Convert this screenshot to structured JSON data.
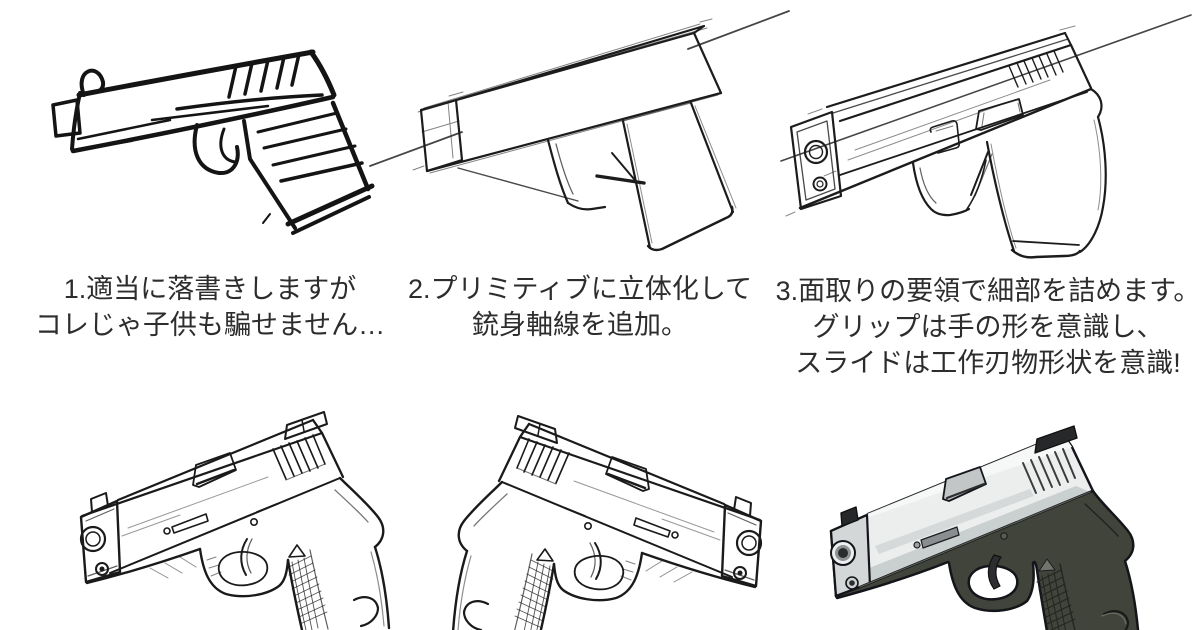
{
  "title": "handgun-drawing-tutorial",
  "steps": [
    {
      "id": "1",
      "figure": "rough-doodle-pistol-sketch",
      "caption_lines": [
        "1.適当に落書きしますが",
        "コレじゃ子供も騙せません…"
      ]
    },
    {
      "id": "2",
      "figure": "primitive-box-pistol-with-barrel-axis",
      "caption_lines": [
        "2.プリミティブに立体化して",
        "銃身軸線を追加。"
      ]
    },
    {
      "id": "3",
      "figure": "chamfered-detail-pistol-sketch",
      "caption_lines": [
        "3.面取りの要領で細部を詰めます。",
        "グリップは手の形を意識し、",
        "スライドは工作刃物形状を意識!"
      ]
    }
  ],
  "bottom_row_figures": [
    {
      "figure": "detailed-lineart-pistol-facing-left"
    },
    {
      "figure": "detailed-lineart-pistol-facing-right"
    },
    {
      "figure": "shaded-color-render-pistol-facing-left"
    }
  ],
  "colors": {
    "background": "#ffffff",
    "ink": "#1a1a1a",
    "axis_line": "#454545",
    "caption_text": "#2d2d2d",
    "render_slide_light": "#eceeee",
    "render_slide_shade": "#c7cbcc",
    "render_frame_dark": "#40443a",
    "render_metal_gray": "#8b8e90",
    "render_bore_dark": "#2b2d2c"
  }
}
